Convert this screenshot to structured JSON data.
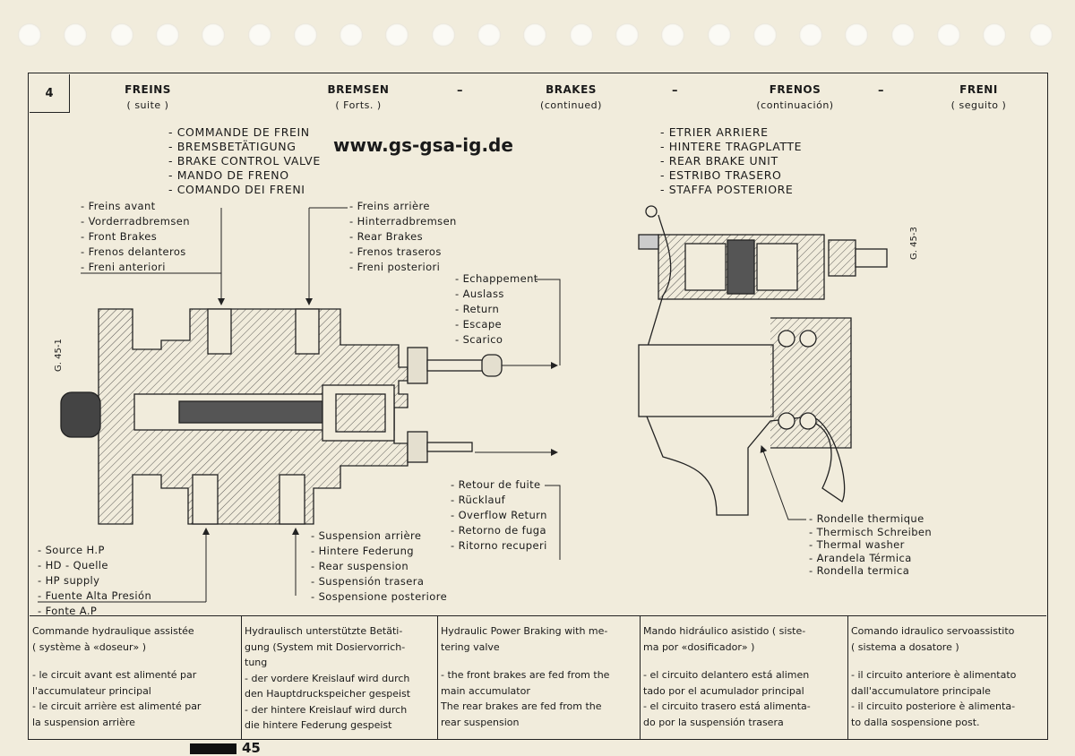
{
  "page_number_box": "4",
  "headers": [
    {
      "title": "FREINS",
      "subtitle": "( suite )"
    },
    {
      "title": "BREMSEN",
      "subtitle": "( Forts. )"
    },
    {
      "title": "BRAKES",
      "subtitle": "(continued)"
    },
    {
      "title": "FRENOS",
      "subtitle": "(continuación)"
    },
    {
      "title": "FRENI",
      "subtitle": "( seguito )"
    }
  ],
  "header_dash": "–",
  "left_title": [
    "COMMANDE DE FREIN",
    "BREMSBETÄTIGUNG",
    "BRAKE CONTROL VALVE",
    "MANDO DE FRENO",
    "COMANDO DEI FRENI"
  ],
  "right_title": [
    "ETRIER ARRIERE",
    "HINTERE TRAGPLATTE",
    "REAR BRAKE UNIT",
    "ESTRIBO TRASERO",
    "STAFFA POSTERIORE"
  ],
  "website": "www.gs-gsa-ig.de",
  "labels": {
    "front_brakes": [
      "Freins avant",
      "Vorderradbremsen",
      "Front Brakes",
      "Frenos delanteros",
      "Freni anteriori"
    ],
    "rear_brakes": [
      "Freins arrière",
      "Hinterradbremsen",
      "Rear Brakes",
      "Frenos traseros",
      "Freni posteriori"
    ],
    "exhaust": [
      "Echappement",
      "Auslass",
      "Return",
      "Escape",
      "Scarico"
    ],
    "leak_return": [
      "Retour de fuite",
      "Rücklauf",
      "Overflow Return",
      "Retorno de fuga",
      "Ritorno recuperi"
    ],
    "rear_suspension": [
      "Suspension arrière",
      "Hintere Federung",
      "Rear suspension",
      "Suspensión trasera",
      "Sospensione posteriore"
    ],
    "hp_source": [
      "Source H.P",
      "HD - Quelle",
      "HP supply",
      "Fuente Alta Presión",
      "Fonte A.P"
    ],
    "thermal_washer": [
      "Rondelle thermique",
      "Thermisch Schreiben",
      "Thermal washer",
      "Arandela Térmica",
      "Rondella termica"
    ]
  },
  "figure_refs": {
    "left": "G. 45-1",
    "right": "G. 45-3"
  },
  "columns": [
    {
      "heading": [
        "Commande hydraulique assistée",
        "( système à «doseur» )"
      ],
      "body": [
        "- le circuit avant est alimenté par",
        "l'accumulateur principal",
        "- le circuit arrière est alimenté par",
        "la suspension arrière"
      ]
    },
    {
      "heading": [
        "Hydraulisch unterstützte Betäti-",
        "gung (System mit Dosiervorrich-",
        "tung"
      ],
      "body": [
        "- der vordere Kreislauf wird durch",
        "den Hauptdruckspeicher gespeist",
        "- der hintere Kreislauf wird durch",
        "die hintere Federung gespeist"
      ]
    },
    {
      "heading": [
        "Hydraulic Power Braking with me-",
        "tering valve"
      ],
      "body": [
        "- the front brakes are fed from the",
        "main accumulator",
        "The rear brakes are fed from the",
        "rear suspension"
      ]
    },
    {
      "heading": [
        "Mando hidráulico asistido ( siste-",
        "ma por «dosificador» )"
      ],
      "body": [
        "- el circuito delantero está alimen",
        "tado por el acumulador principal",
        "- el circuito trasero está alimenta-",
        "do por la suspensión trasera"
      ]
    },
    {
      "heading": [
        "Comando idraulico servoassistito",
        "( sistema a dosatore )"
      ],
      "body": [
        "- il circuito anteriore è alimentato",
        "dall'accumulatore principale",
        "- il circuito posteriore è alimenta-",
        "to dalla sospensione post."
      ]
    }
  ],
  "page_footer_number": "45"
}
